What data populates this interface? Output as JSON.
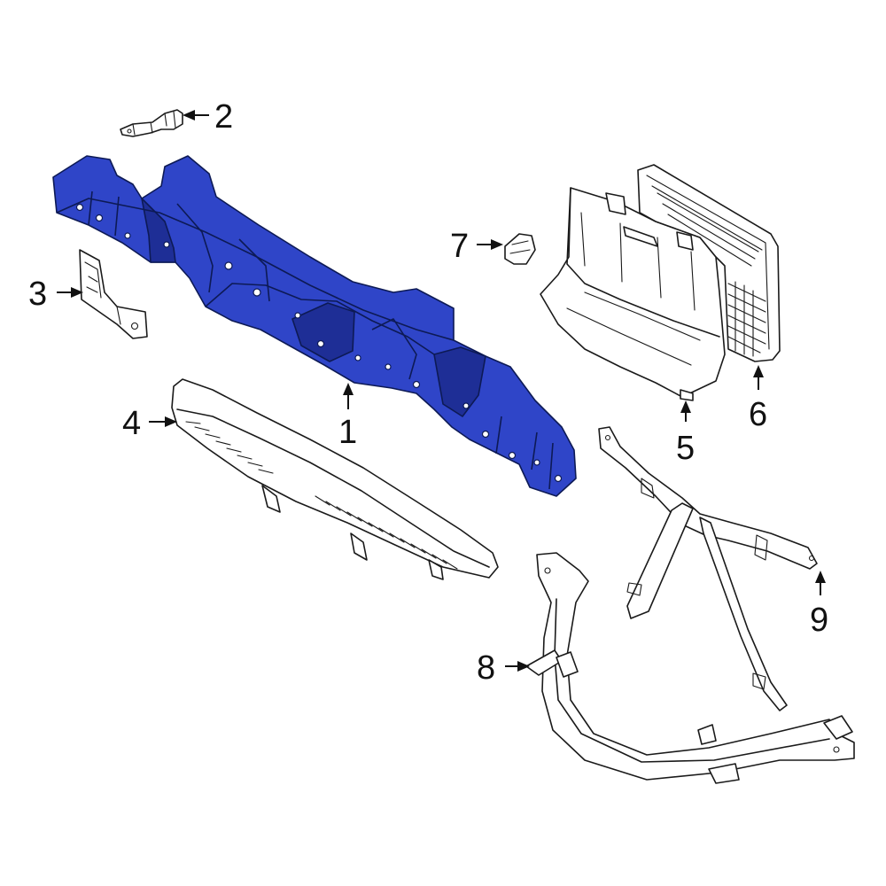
{
  "colors": {
    "highlight": "#2f45c8",
    "highlight_dark": "#1e2e96",
    "line": "#1a1a1a",
    "background": "#ffffff"
  },
  "callouts": {
    "c1": "1",
    "c2": "2",
    "c3": "3",
    "c4": "4",
    "c5": "5",
    "c6": "6",
    "c7": "7",
    "c8": "8",
    "c9": "9"
  }
}
